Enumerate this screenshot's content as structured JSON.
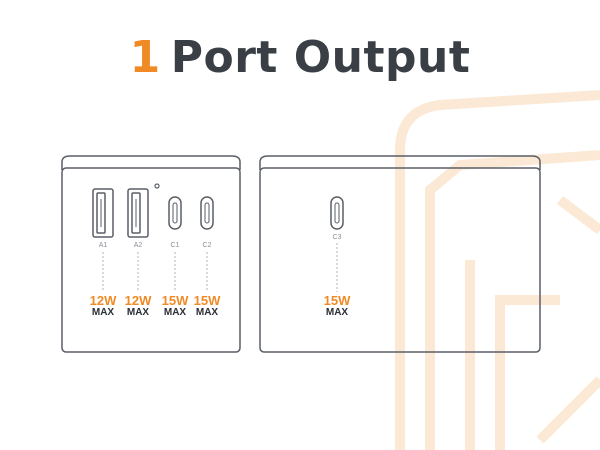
{
  "title": {
    "number": "1",
    "text": "Port Output"
  },
  "ports": [
    {
      "id": "A1",
      "watt": "12W",
      "max": "MAX"
    },
    {
      "id": "A2",
      "watt": "12W",
      "max": "MAX"
    },
    {
      "id": "C1",
      "watt": "15W",
      "max": "MAX"
    },
    {
      "id": "C2",
      "watt": "15W",
      "max": "MAX"
    },
    {
      "id": "C3",
      "watt": "15W",
      "max": "MAX"
    }
  ],
  "colors": {
    "accent": "#f08a24",
    "text_dark": "#3a3f46",
    "outline": "#5a5f66",
    "watermark": "#fbe9d6"
  }
}
